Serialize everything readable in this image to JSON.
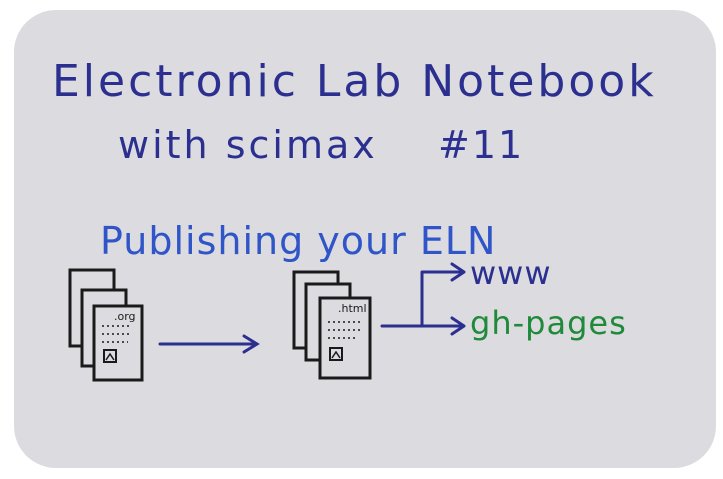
{
  "title": {
    "line1": "Electronic Lab Notebook",
    "line2": "with scimax",
    "number": "#11"
  },
  "subtitle": "Publishing your ELN",
  "docs": {
    "source_ext": ".org",
    "output_ext": ".html"
  },
  "targets": {
    "www": "www",
    "ghpages": "gh-pages"
  },
  "colors": {
    "board": "#dcdbdf",
    "title_ink": "#2b2f8f",
    "subtitle_ink": "#2f55c8",
    "black_ink": "#1a1a1a",
    "green_ink": "#1f8a3a",
    "arrow_ink": "#2b2f8f"
  }
}
